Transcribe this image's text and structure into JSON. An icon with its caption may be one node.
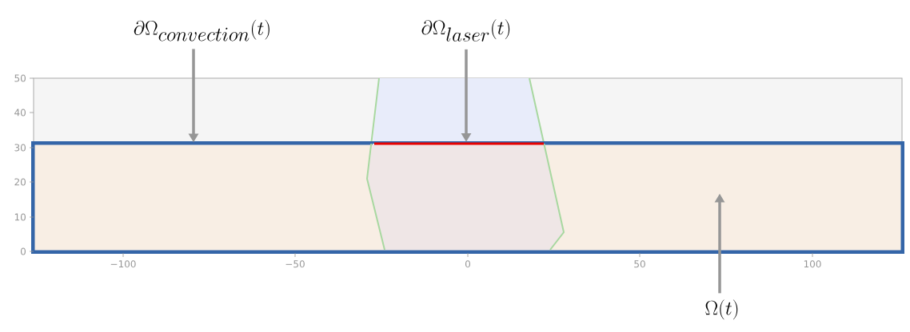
{
  "diagram": {
    "nodes": [
      {
        "text": [
          "\\partial\\Omega_{convection}(t)"
        ]
      },
      {
        "text": [
          "\\partial\\Omega_{laser}(t)"
        ]
      },
      {
        "text": [
          "\\Omega(t)"
        ]
      },
      {
        "text": [],
        "shape": "box"
      },
      {
        "text": [],
        "shape": "bar"
      }
    ],
    "edges": [
      {
        "from": 0,
        "to": 3,
        "arrow": "to"
      },
      {
        "from": 1,
        "to": 4,
        "arrow": "to"
      },
      {
        "from": 2,
        "to": 3,
        "arrow": "to"
      }
    ],
    "labels": [
      "50",
      "40",
      "30",
      "20",
      "10",
      "0",
      "−100",
      "−50",
      "0",
      "50",
      "100"
    ]
  }
}
